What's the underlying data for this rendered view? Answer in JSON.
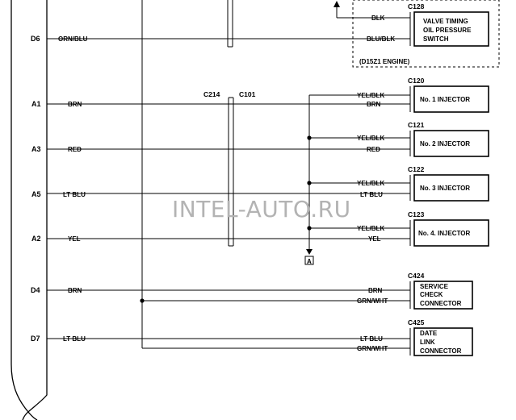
{
  "watermark": "INTEL-AUTO.RU",
  "ecu_pins": {
    "d6": "D6",
    "a1": "A1",
    "a3": "A3",
    "a5": "A5",
    "a2": "A2",
    "d4": "D4",
    "d7": "D7"
  },
  "ecu_wires": {
    "d6": "ORN/BLU",
    "a1": "BRN",
    "a3": "RED",
    "a5": "LT BLU",
    "a2": "YEL",
    "d4": "BRN",
    "d7": "LT BLU"
  },
  "junctions": {
    "c214": "C214",
    "c101": "C101"
  },
  "valve": {
    "connector": "C128",
    "label_lines": [
      "VALVE TIMING",
      "OIL PRESSURE",
      "SWITCH"
    ],
    "wire_top": "BLK",
    "wire_bottom": "BLU/BLK",
    "engine_note": "(D15Z1 ENGINE)"
  },
  "injectors": [
    {
      "connector": "C120",
      "label": "No. 1 INJECTOR",
      "power_wire": "YEL/BLK",
      "signal_wire": "BRN"
    },
    {
      "connector": "C121",
      "label": "No. 2 INJECTOR",
      "power_wire": "YEL/BLK",
      "signal_wire": "RED"
    },
    {
      "connector": "C122",
      "label": "No. 3 INJECTOR",
      "power_wire": "YEL/BLK",
      "signal_wire": "LT BLU"
    },
    {
      "connector": "C123",
      "label": "No. 4. INJECTOR",
      "power_wire": "YEL/BLK",
      "signal_wire": "YEL"
    }
  ],
  "ref_marker": "A",
  "service_check": {
    "connector": "C424",
    "label_lines": [
      "SERVICE",
      "CHECK",
      "CONNECTOR"
    ],
    "wire_top": "BRN",
    "wire_bottom": "GRN/WHT"
  },
  "data_link": {
    "connector": "C425",
    "label_lines": [
      "DATE",
      "LINK",
      "CONNECTOR"
    ],
    "wire_top": "LT BLU",
    "wire_bottom": "GRN/WHT"
  },
  "colors": {
    "ink": "#000000",
    "paper": "#ffffff",
    "watermark": "#b3b3b3"
  }
}
